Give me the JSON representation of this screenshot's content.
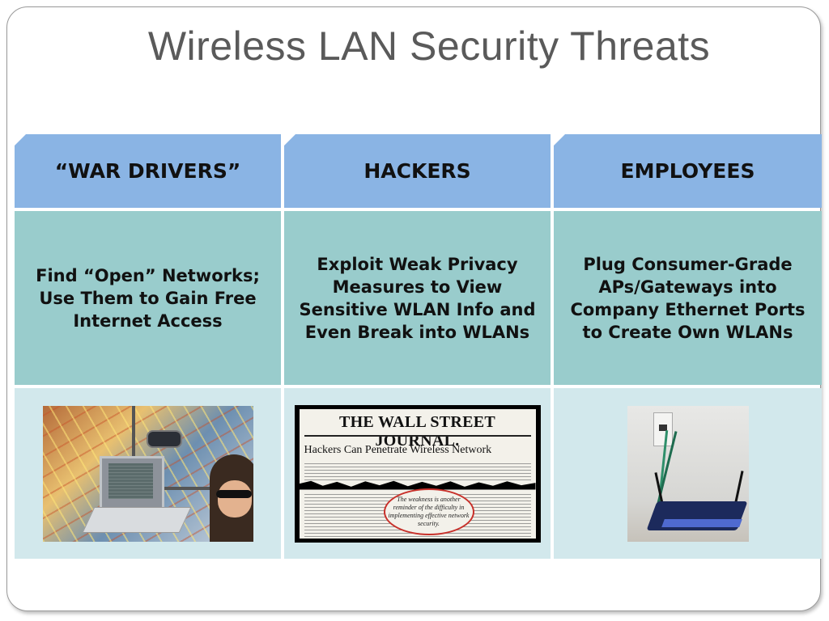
{
  "slide": {
    "title": "Wireless LAN Security Threats"
  },
  "columns": [
    {
      "header": "“WAR DRIVERS”",
      "description": "Find “Open” Networks; Use Them to Gain Free Internet Access",
      "image": "war-driver-photo"
    },
    {
      "header": "HACKERS",
      "description": "Exploit Weak Privacy Measures to View Sensitive WLAN Info and Even Break into WLANs",
      "image": "wall-street-journal-clipping",
      "clipping": {
        "masthead": "THE WALL STREET JOURNAL.",
        "headline": "Hackers Can Penetrate Wireless Network",
        "quote": "The weakness is another reminder of the difficulty in implementing effective network security."
      }
    },
    {
      "header": "EMPLOYEES",
      "description": "Plug Consumer-Grade APs/Gateways into Company Ethernet Ports to Create Own WLANs",
      "image": "wireless-router-photo"
    }
  ],
  "colors": {
    "header_bg": "#8ab4e4",
    "body_bg": "#99cccc",
    "image_bg": "#d2e8ec",
    "title": "#5a5a5a"
  }
}
